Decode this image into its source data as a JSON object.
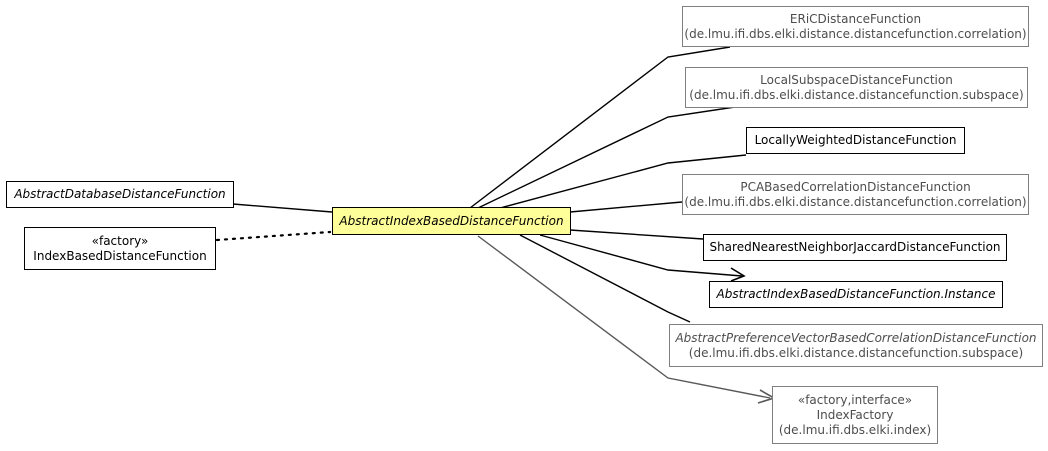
{
  "nodes": {
    "eric": {
      "name": "ERiCDistanceFunction",
      "pkg": "(de.lmu.ifi.dbs.elki.distance.distancefunction.correlation)"
    },
    "localSubspace": {
      "name": "LocalSubspaceDistanceFunction",
      "pkg": "(de.lmu.ifi.dbs.elki.distance.distancefunction.subspace)"
    },
    "locallyWeighted": {
      "name": "LocallyWeightedDistanceFunction"
    },
    "pcaBased": {
      "name": "PCABasedCorrelationDistanceFunction",
      "pkg": "(de.lmu.ifi.dbs.elki.distance.distancefunction.correlation)"
    },
    "abstractDatabase": {
      "name": "AbstractDatabaseDistanceFunction"
    },
    "center": {
      "name": "AbstractIndexBasedDistanceFunction"
    },
    "indexBasedFactory": {
      "stereotype": "«factory»",
      "name": "IndexBasedDistanceFunction"
    },
    "sharedNN": {
      "name": "SharedNearestNeighborJaccardDistanceFunction"
    },
    "instance": {
      "name": "AbstractIndexBasedDistanceFunction.Instance"
    },
    "prefVector": {
      "name": "AbstractPreferenceVectorBasedCorrelationDistanceFunction",
      "pkg": "(de.lmu.ifi.dbs.elki.distance.distancefunction.subspace)"
    },
    "indexFactory": {
      "stereotype": "«factory,interface»",
      "name": "IndexFactory",
      "pkg": "(de.lmu.ifi.dbs.elki.index)"
    }
  },
  "colors": {
    "center_fill": "#ffff99",
    "border": "#000000",
    "external_border": "#7f7f7f",
    "external_text": "#4d4d4d",
    "dependency_edge": "#595959"
  }
}
